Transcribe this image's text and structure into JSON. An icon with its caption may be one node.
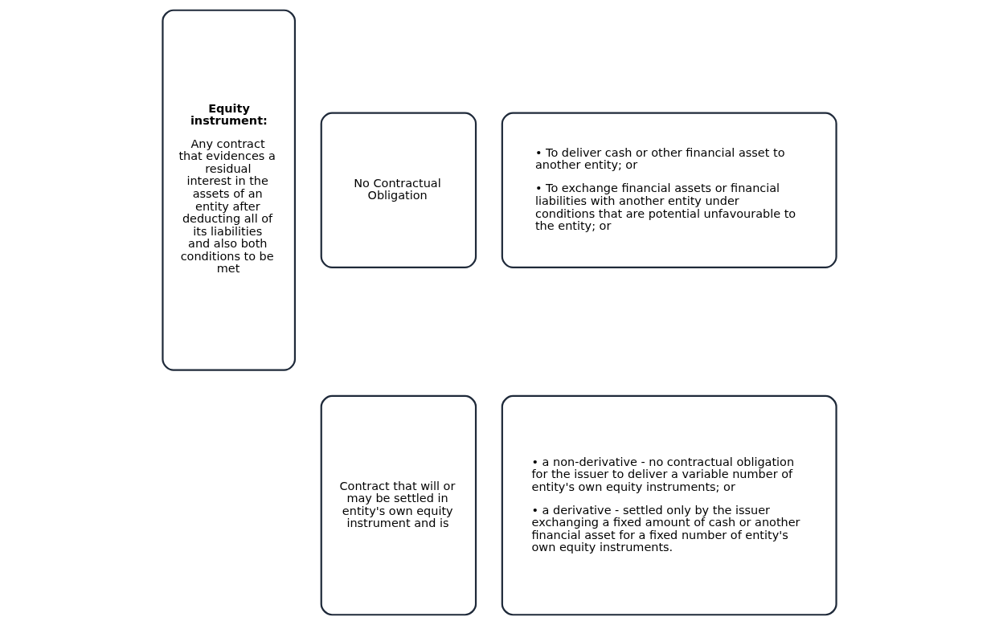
{
  "diagram": {
    "nodes": [
      {
        "text": [
          "Equity instrument:",
          "Any contract that evidences a residual interest in the assets of an entity after deducting all of its liabilities and also both conditions to be met"
        ]
      },
      {
        "text": [
          "No Contractual Obligation"
        ]
      },
      {
        "text": [
          "• To deliver cash or other financial asset to another entity; or",
          "• To exchange financial assets or financial liabilities with another entity under conditions that are potential unfavourable to the entity; or"
        ]
      },
      {
        "text": [
          "Contract that will or may be settled in entity's own equity instrument and is"
        ]
      },
      {
        "text": [
          "• a non-derivative - no contractual obligation for the issuer to deliver a variable number of entity's own equity instruments; or",
          "• a derivative - settled only by the issuer exchanging a fixed amount of cash or another financial asset for a fixed number of entity's own equity instruments."
        ]
      }
    ]
  }
}
